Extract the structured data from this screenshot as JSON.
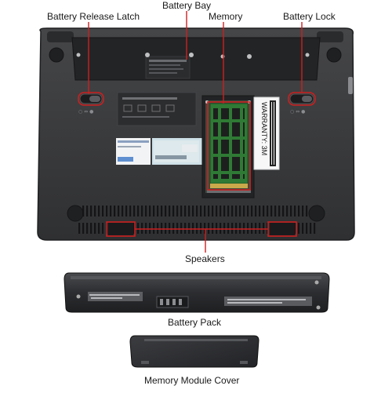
{
  "labels": {
    "battery_release_latch": "Battery Release Latch",
    "battery_bay": "Battery Bay",
    "memory": "Memory",
    "battery_lock": "Battery Lock",
    "speakers": "Speakers",
    "battery_pack": "Battery Pack",
    "memory_module_cover": "Memory Module Cover"
  },
  "decal": {
    "warranty": "WARRANTY: 3M"
  },
  "colors": {
    "chassis": "#3a3b3d",
    "chassis_dark": "#26272a",
    "pcb_green": "#2f7a35",
    "callout_red": "#cc1f1f",
    "background": "#ffffff"
  }
}
